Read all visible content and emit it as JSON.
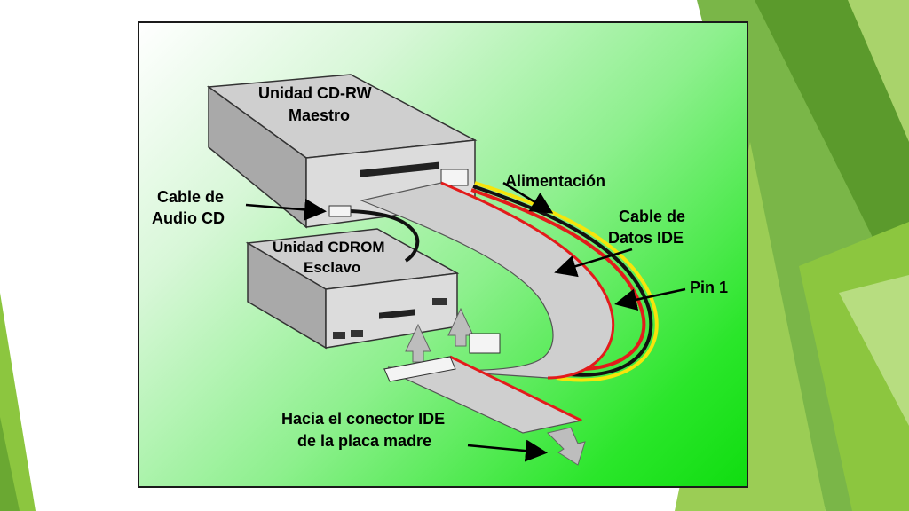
{
  "labels": {
    "cdrw_line1": "Unidad CD-RW",
    "cdrw_line2": "Maestro",
    "audio_line1": "Cable de",
    "audio_line2": "Audio CD",
    "cdrom_line1": "Unidad CDROM",
    "cdrom_line2": "Esclavo",
    "power": "Alimentación",
    "ide_line1": "Cable de",
    "ide_line2": "Datos IDE",
    "pin1": "Pin 1",
    "mobo_line1": "Hacia el conector IDE",
    "mobo_line2": "de la placa madre"
  },
  "colors": {
    "accent_green": "#8cc63f",
    "dark_green": "#4f9a1e",
    "cable_gray": "#cfcfcf",
    "drive_gray": "#c8c8c8",
    "red_stripe": "#e31b1b",
    "yellow_wire": "#f7e40b"
  }
}
